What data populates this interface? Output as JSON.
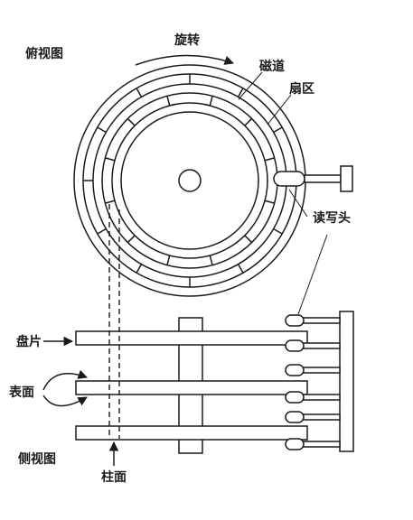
{
  "labels": {
    "top_view": "俯视图",
    "rotation": "旋转",
    "track": "磁道",
    "sector": "扇区",
    "read_write_head": "读写头",
    "platter": "盘片",
    "surface": "表面",
    "side_view": "侧视图",
    "cylinder": "柱面"
  }
}
